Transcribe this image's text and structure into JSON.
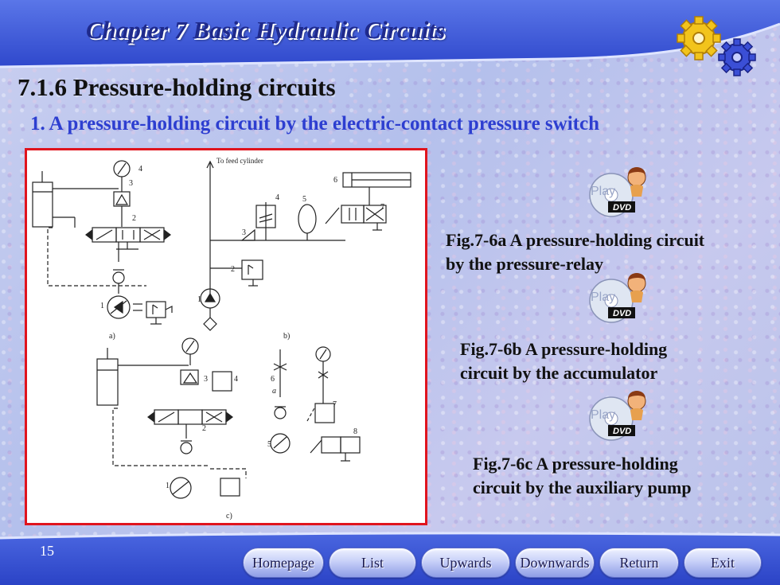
{
  "slide": {
    "chapter_title": "Chapter 7 Basic Hydraulic Circuits",
    "section_title": "7.1.6  Pressure-holding circuits",
    "subsection_title": "1. A pressure-holding circuit by the electric-contact pressure switch",
    "page_number": "15"
  },
  "figure": {
    "label_a": "a)",
    "label_b": "b)",
    "label_c": "c)",
    "cylinder_label": "To feed cylinder",
    "labels": {
      "n1": "1",
      "n2": "2",
      "n3": "3",
      "n4": "4",
      "n5": "5",
      "n6": "6",
      "n7": "7",
      "n8": "8",
      "a": "a"
    }
  },
  "captions": [
    {
      "line1": "Fig.7-6a A pressure-holding circuit",
      "line2": "by the pressure-relay"
    },
    {
      "line1": "Fig.7-6b A pressure-holding",
      "line2": "circuit by the accumulator"
    },
    {
      "line1": "Fig.7-6c A pressure-holding",
      "line2": "circuit by the auxiliary pump"
    }
  ],
  "play_button": {
    "label": "Play",
    "badge": "DVD"
  },
  "nav": {
    "homepage": "Homepage",
    "list": "List",
    "upwards": "Upwards",
    "downwards": "Downwards",
    "return": "Return",
    "exit": "Exit"
  },
  "colors": {
    "title_blue": "#1f2a8c",
    "subsection_blue": "#2d3ed0",
    "band_blue": "#3a55d8",
    "frame_red": "#e0141e"
  }
}
